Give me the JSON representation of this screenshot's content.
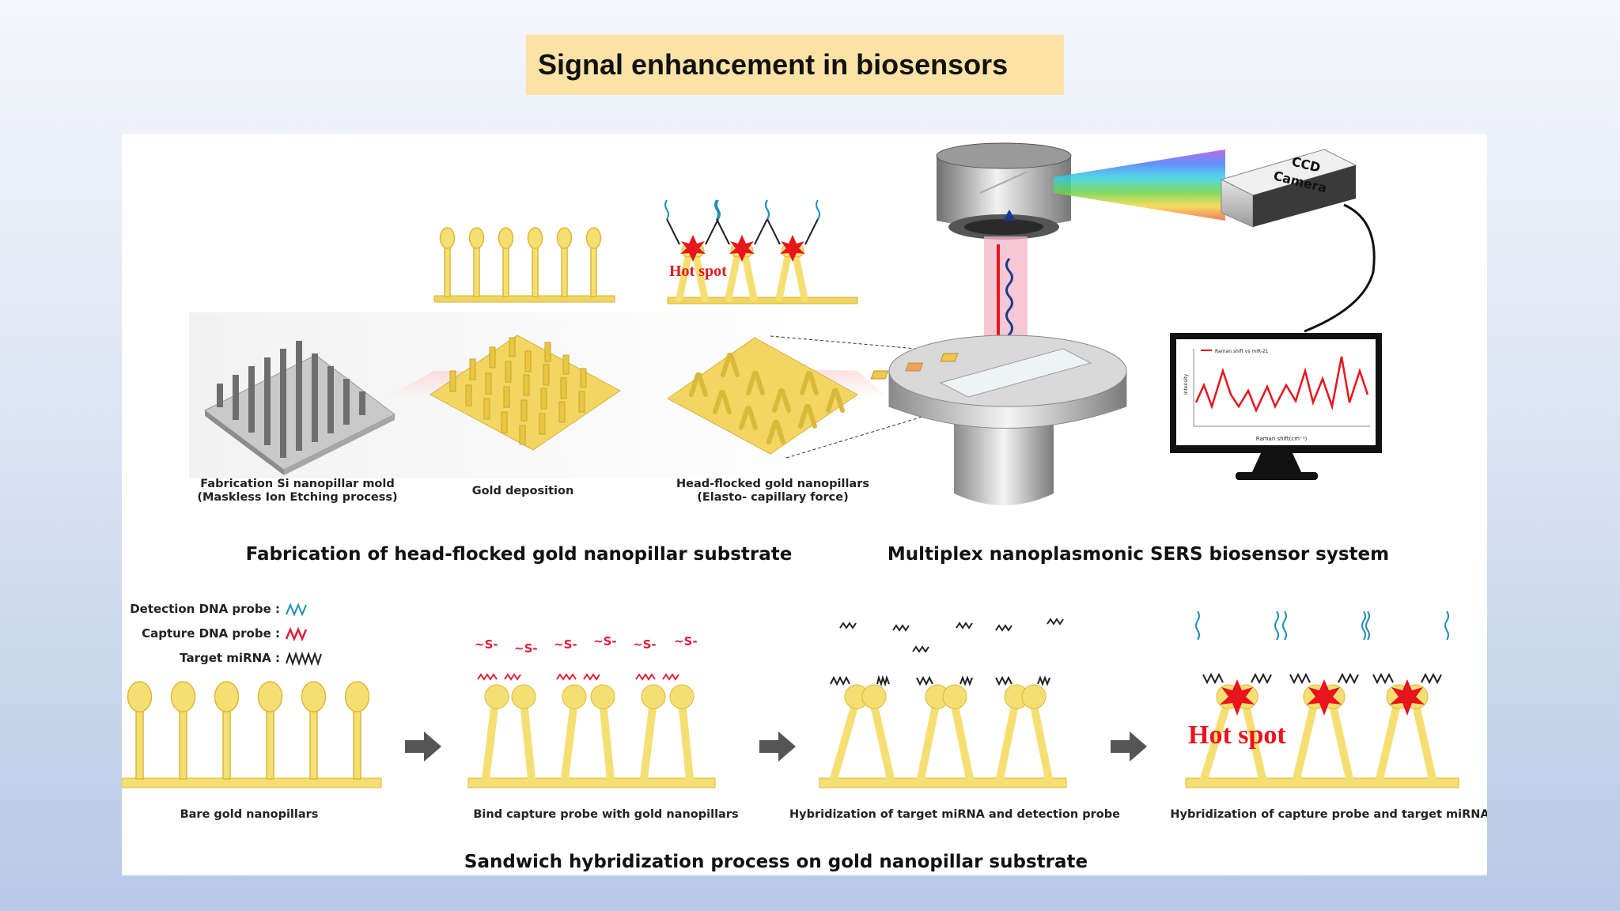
{
  "slide_title": "Signal enhancement in biosensors",
  "top_steps": [
    {
      "line1": "Fabrication Si nanopillar mold",
      "line2": "(Maskless Ion Etching process)"
    },
    {
      "line1": "Gold deposition",
      "line2": ""
    },
    {
      "line1": "Head-flocked gold nanopillars",
      "line2": "(Elasto- capillary force)"
    }
  ],
  "hot_spot_label": "Hot spot",
  "section_heading_left": "Fabrication of head-flocked gold nanopillar substrate",
  "section_heading_right": "Multiplex nanoplasmonic SERS biosensor system",
  "ccd_camera": {
    "line1": "CCD",
    "line2": "Camera"
  },
  "monitor": {
    "legend": "Raman shift vs miR-21",
    "ylabel": "Intensity",
    "xlabel": "Raman shift(cm⁻¹)"
  },
  "legend": [
    {
      "label": "Detection DNA probe :",
      "color": "#1f8fb5"
    },
    {
      "label": "Capture DNA probe :",
      "color": "#e0203a"
    },
    {
      "label": "Target miRNA :",
      "color": "#222222"
    }
  ],
  "bottom_steps": [
    "Bare gold nanopillars",
    "Bind capture probe with gold nanopillars",
    "Hybridization of target miRNA and detection probe",
    "Hybridization of capture probe and target miRNA"
  ],
  "thiol_label": "~S-",
  "bottom_heading": "Sandwich hybridization process on gold nanopillar substrate",
  "colors": {
    "gold": "#f6df72",
    "gold_dark": "#d9b93a",
    "hot_spot": "#e8151c",
    "title_bg": "#fbe3a6"
  }
}
